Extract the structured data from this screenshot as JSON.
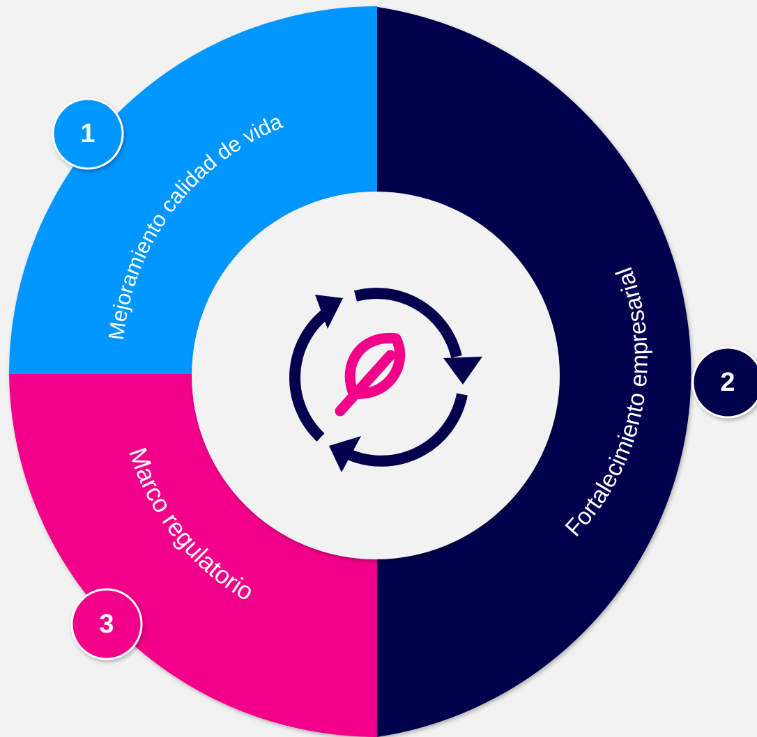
{
  "colors": {
    "background": "#f2f2f2",
    "segment_1": "#0096ff",
    "segment_2": "#03004e",
    "segment_3": "#f2008a",
    "center": "#f2f2f2",
    "icon_arrows": "#03004e",
    "icon_leaf": "#f2008a",
    "badge_border": "#ffffff"
  },
  "segments": [
    {
      "number": "1",
      "label": "Mejoramiento calidad de vida"
    },
    {
      "number": "2",
      "label": "Fortalecimiento empresarial"
    },
    {
      "number": "3",
      "label": "Marco regulatorio"
    }
  ],
  "center_icon": "recycle-leaf-icon"
}
